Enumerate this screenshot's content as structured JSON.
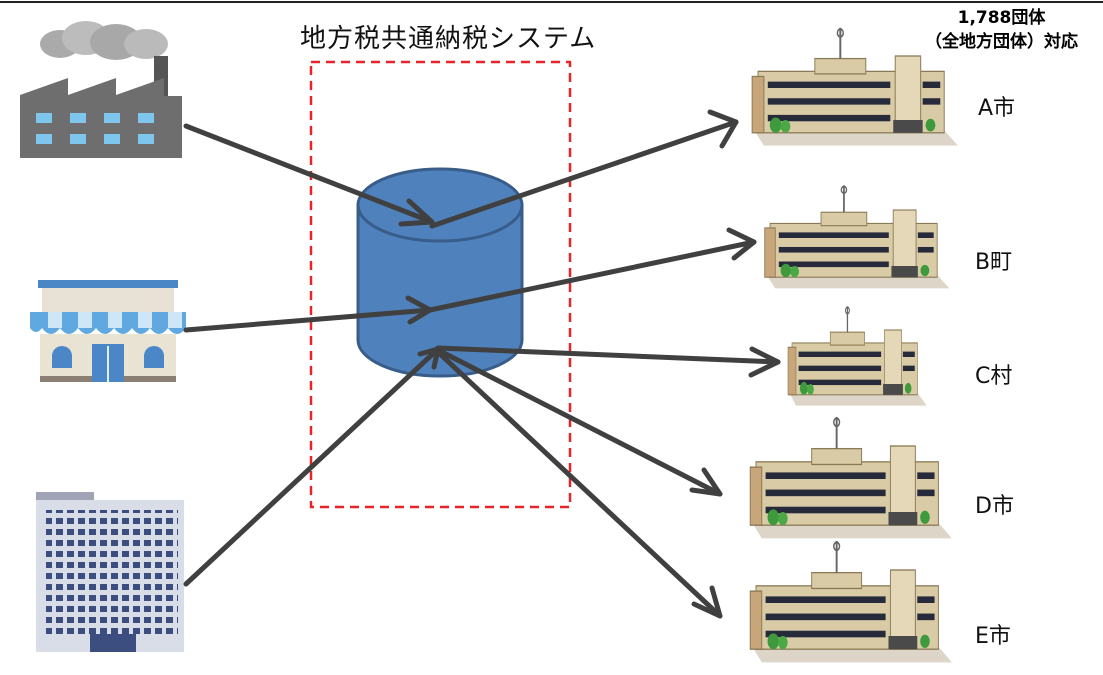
{
  "diagram": {
    "title": "地方税共通納税システム",
    "coverage_line1": "1,788団体",
    "coverage_line2": "（全地方団体）対応",
    "municipalities": [
      "A市",
      "B町",
      "C村",
      "D市",
      "E市"
    ],
    "taxpayer_icons": [
      "factory-icon",
      "shop-icon",
      "office-building-icon"
    ],
    "central_icon": "database-cylinder-icon",
    "municipality_icon": "city-hall-icon",
    "colors": {
      "cylinder": "#4f81bd",
      "cylinder_edge": "#385d8a",
      "arrow": "#404040",
      "system_boundary": "#e8242b"
    }
  }
}
